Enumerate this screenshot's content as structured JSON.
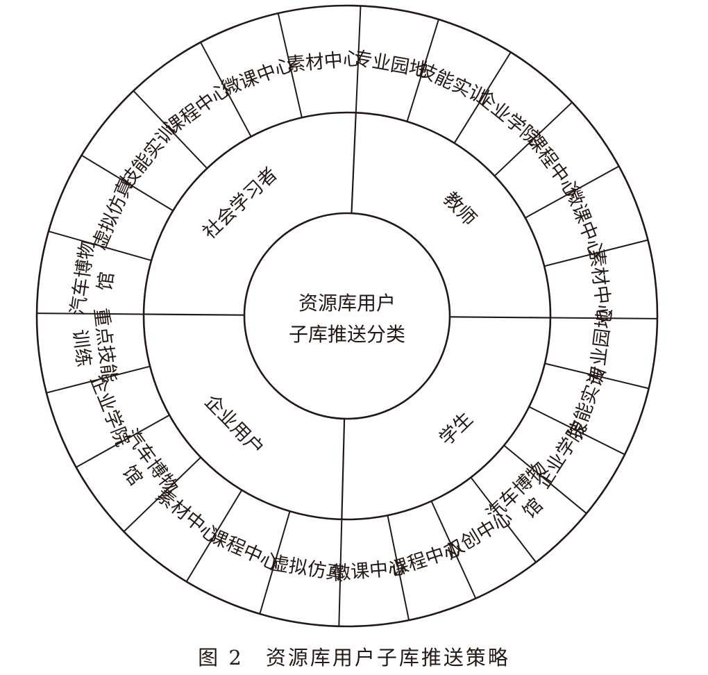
{
  "center": {
    "lines": [
      "资源库用户",
      "子库推送分类"
    ]
  },
  "user_groups": [
    {
      "name": "教师",
      "resources": [
        {
          "lines": [
            "专业园地"
          ]
        },
        {
          "lines": [
            "技能实训"
          ]
        },
        {
          "lines": [
            "企业学院"
          ]
        },
        {
          "lines": [
            "课程中心"
          ]
        },
        {
          "lines": [
            "微课中心"
          ]
        },
        {
          "lines": [
            "素材中心"
          ]
        }
      ]
    },
    {
      "name": "学生",
      "resources": [
        {
          "lines": [
            "专业园地"
          ]
        },
        {
          "lines": [
            "技能实训"
          ]
        },
        {
          "lines": [
            "企业学院"
          ]
        },
        {
          "lines": [
            "汽车博物",
            "馆"
          ]
        },
        {
          "lines": [
            "双创中心"
          ]
        },
        {
          "lines": [
            "课程中心"
          ]
        },
        {
          "lines": [
            "微课中心"
          ]
        }
      ]
    },
    {
      "name": "企业用户",
      "resources": [
        {
          "lines": [
            "虚拟仿真"
          ]
        },
        {
          "lines": [
            "课程中心"
          ]
        },
        {
          "lines": [
            "素材中心"
          ]
        },
        {
          "lines": [
            "汽车博物",
            "馆"
          ]
        },
        {
          "lines": [
            "企业学院"
          ]
        },
        {
          "lines": [
            "重点技能",
            "训练"
          ]
        }
      ]
    },
    {
      "name": "社会学习者",
      "resources": [
        {
          "lines": [
            "汽车博物",
            "馆"
          ]
        },
        {
          "lines": [
            "虚拟仿真"
          ]
        },
        {
          "lines": [
            "技能实训"
          ]
        },
        {
          "lines": [
            "课程中心"
          ]
        },
        {
          "lines": [
            "微课中心"
          ]
        },
        {
          "lines": [
            "素材中心"
          ]
        }
      ]
    }
  ],
  "caption": "图 2　资源库用户子库推送策略"
}
